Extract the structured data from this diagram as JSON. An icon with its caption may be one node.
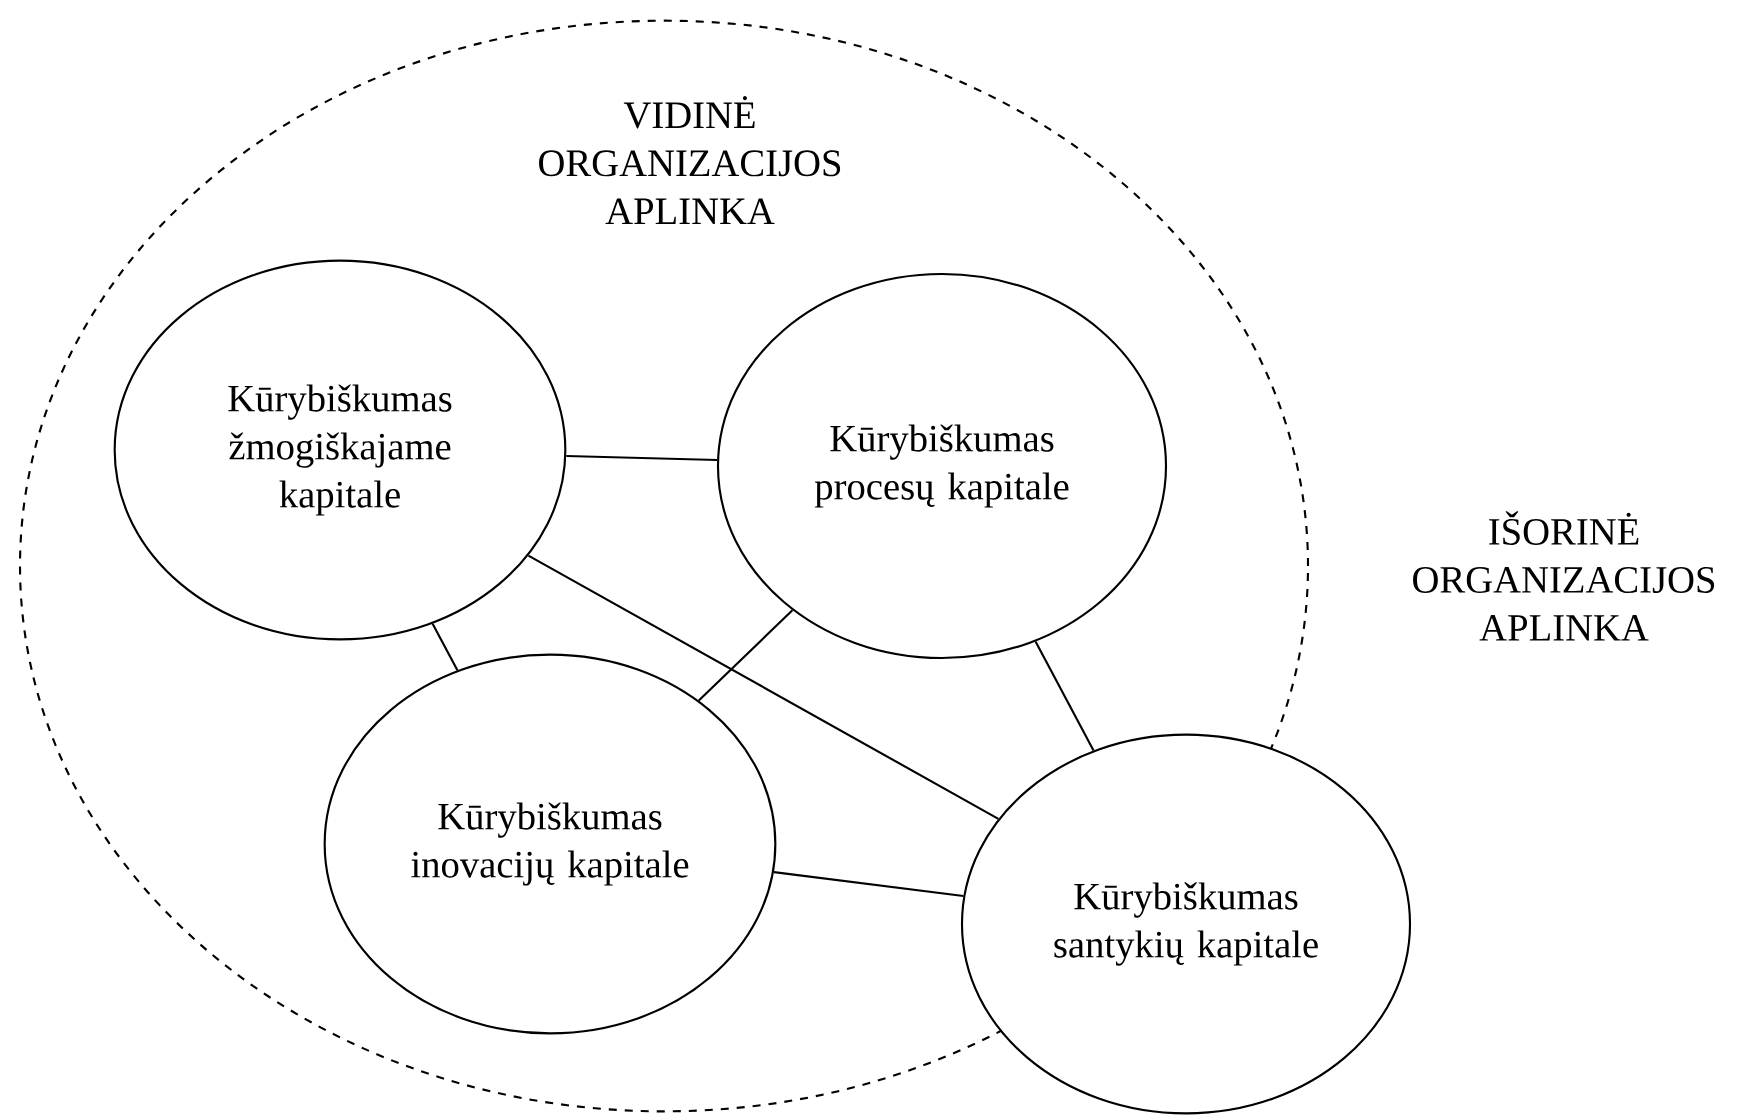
{
  "diagram": {
    "nodes": [
      {
        "text": [
          "VIDINĖ ORGANIZACIJOS APLINKA"
        ]
      },
      {
        "text": [
          "Kūrybiškumas žmogiškajame kapitale"
        ],
        "in": 0
      },
      {
        "text": [
          "Kūrybiškumas procesų kapitale"
        ],
        "in": 0
      },
      {
        "text": [
          "Kūrybiškumas inovacijų kapitale"
        ],
        "in": 0
      },
      {
        "text": [
          "Kūrybiškumas santykių kapitale"
        ]
      }
    ],
    "edges": [
      {
        "from": 1,
        "to": 2,
        "arrow": "none"
      },
      {
        "from": 1,
        "to": 3,
        "arrow": "none"
      },
      {
        "from": 1,
        "to": 4,
        "arrow": "none"
      },
      {
        "from": 2,
        "to": 3,
        "arrow": "none"
      },
      {
        "from": 2,
        "to": 4,
        "arrow": "none"
      },
      {
        "from": 3,
        "to": 4,
        "arrow": "none"
      }
    ],
    "labels": [
      "IŠORINĖ ORGANIZACIJOS APLINKA"
    ]
  }
}
